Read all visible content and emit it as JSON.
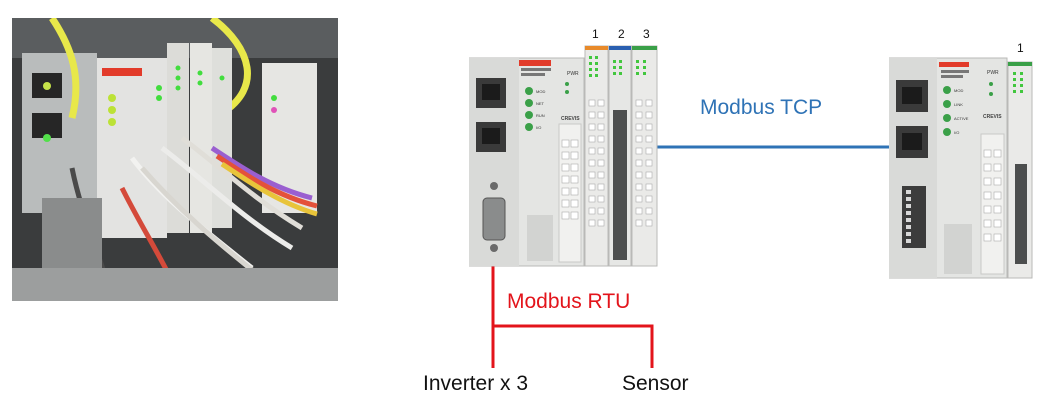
{
  "labels": {
    "modbus_tcp": "Modbus TCP",
    "modbus_rtu": "Modbus RTU",
    "inverter": "Inverter x 3",
    "sensor": "Sensor"
  },
  "left_device": {
    "brand": "CREVIS",
    "status_header": "PWR",
    "leds": [
      "MOD",
      "NET",
      "RUN",
      "I/O"
    ],
    "slots": [
      "1",
      "2",
      "3"
    ]
  },
  "right_device": {
    "brand": "CREVIS",
    "status_header": "PWR",
    "leds": [
      "MOD",
      "LINK",
      "ACTIVE",
      "I/O"
    ],
    "slots": [
      "1"
    ]
  },
  "colors": {
    "tcp_line": "#2f73b6",
    "rtu_line": "#e3141b",
    "brand_accent": "#e23b2a",
    "module_orange": "#e88a2a",
    "module_blue": "#2a5fb0",
    "module_green": "#3aa048"
  }
}
